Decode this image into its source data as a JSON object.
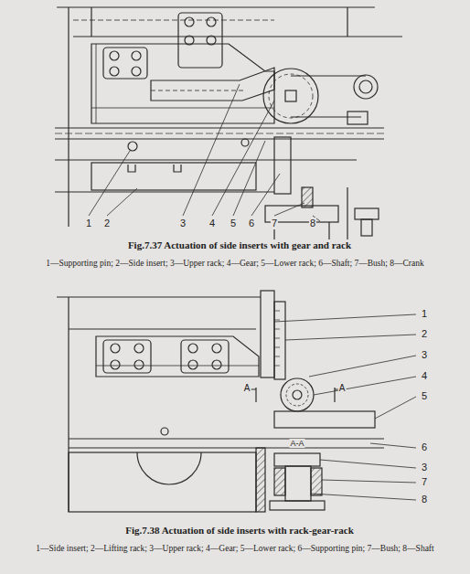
{
  "diagram": {
    "labels": [
      "1",
      "2",
      "3",
      "4",
      "5",
      "6",
      "7",
      "8",
      "Fig.7.37 Actuation of side inserts with gear and rack",
      "1—Supporting pin; 2—Side insert; 3—Upper rack; 4—Gear; 5—Lower rack; 6—Shaft; 7—Bush; 8—Crank",
      "1",
      "2",
      "3",
      "4",
      "5",
      "6",
      "A",
      "A",
      "A-A",
      "3",
      "7",
      "8",
      "Fig.7.38 Actuation of side inserts with rack-gear-rack",
      "1—Side insert; 2—Lifting rack; 3—Upper rack; 4—Gear; 5—Lower rack; 6—Supporting pin; 7—Bush; 8—Shaft"
    ]
  }
}
